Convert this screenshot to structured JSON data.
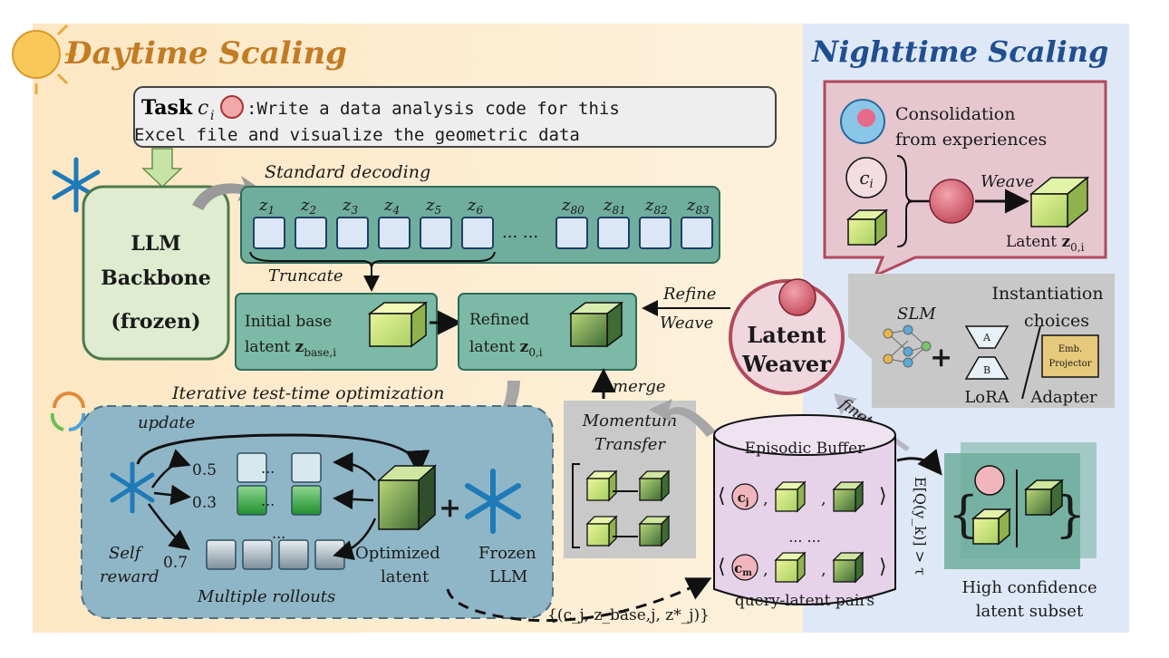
{
  "titles": {
    "daytime": "Daytime Scaling",
    "nighttime": "Nighttime Scaling"
  },
  "task": {
    "label": "Task",
    "var": "c",
    "sub": "i",
    "line1": ":Write a data analysis code for this",
    "line2": "Excel file and visualize the geometric data"
  },
  "backbone": {
    "line1": "LLM",
    "line2": "Backbone",
    "line3": "(frozen)"
  },
  "decoding": {
    "label": "Standard decoding",
    "tokens_left": [
      "z1",
      "z2",
      "z3",
      "z4",
      "z5",
      "z6"
    ],
    "ellipsis": "... ...",
    "tokens_right": [
      "z80",
      "z81",
      "z82",
      "z83"
    ],
    "truncate": "Truncate"
  },
  "initial_latent": {
    "line1": "Initial base",
    "line2_prefix": "latent ",
    "symbol": "z",
    "sub": "base,i"
  },
  "refined_latent": {
    "line1": "Refined",
    "line2_prefix": "latent ",
    "symbol": "z",
    "sub": "0,i"
  },
  "refine_weave": {
    "line1": "Refine",
    "line2": "Weave"
  },
  "merge": "merge",
  "momentum": {
    "line1": "Momentum",
    "line2": "Transfer"
  },
  "iterative": {
    "title": "Iterative test-time optimization",
    "update": "update",
    "rewards": [
      "0.5",
      "0.3",
      "0.7"
    ],
    "dots": "...",
    "self_reward_1": "Self",
    "self_reward_2": "reward",
    "rollouts": "Multiple rollouts",
    "optimized_1": "Optimized",
    "optimized_2": "latent",
    "frozen_1": "Frozen",
    "frozen_2": "LLM",
    "plus": "+"
  },
  "weaver": {
    "line1": "Latent",
    "line2": "Weaver"
  },
  "consolidation": {
    "line1": "Consolidation",
    "line2": "from experiences",
    "weave": "Weave",
    "latent_prefix": "Latent ",
    "symbol": "z",
    "sub": "0,i"
  },
  "instantiation": {
    "line1": "Instantiation",
    "line2": "choices",
    "slm": "SLM",
    "lora": "LoRA",
    "lora_a": "A",
    "lora_b": "B",
    "emb_1": "Emb.",
    "emb_2": "Projector",
    "adapter": "Adapter",
    "plus": "+"
  },
  "finetune": "finetune",
  "buffer": {
    "title": "Episodic Buffer",
    "entry_j": "c",
    "entry_j_sub": "j",
    "entry_m": "c",
    "entry_m_sub": "m",
    "dots": "... ...",
    "footer": "query-latent pairs",
    "tuple": "{(c_j, z_base,j, z*_j)}"
  },
  "criterion": "E[Q(y_k)] > τ",
  "high_conf": {
    "line1": "High confidence",
    "line2": "latent subset"
  }
}
